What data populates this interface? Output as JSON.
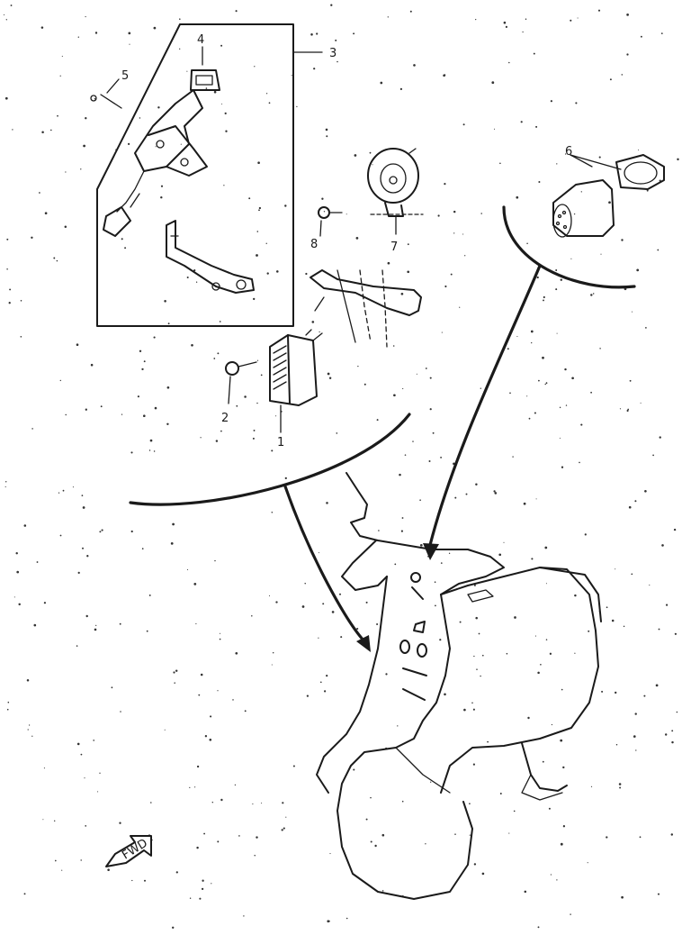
{
  "diagram": {
    "callouts": [
      {
        "id": "1",
        "label": "1"
      },
      {
        "id": "2",
        "label": "2"
      },
      {
        "id": "3",
        "label": "3"
      },
      {
        "id": "4",
        "label": "4"
      },
      {
        "id": "5",
        "label": "5"
      },
      {
        "id": "6",
        "label": "6"
      },
      {
        "id": "7",
        "label": "7"
      },
      {
        "id": "8",
        "label": "8"
      }
    ],
    "fwd_arrow_label": "FWD"
  },
  "colors": {
    "ink": "#1a1a1a",
    "paper": "#ffffff"
  }
}
